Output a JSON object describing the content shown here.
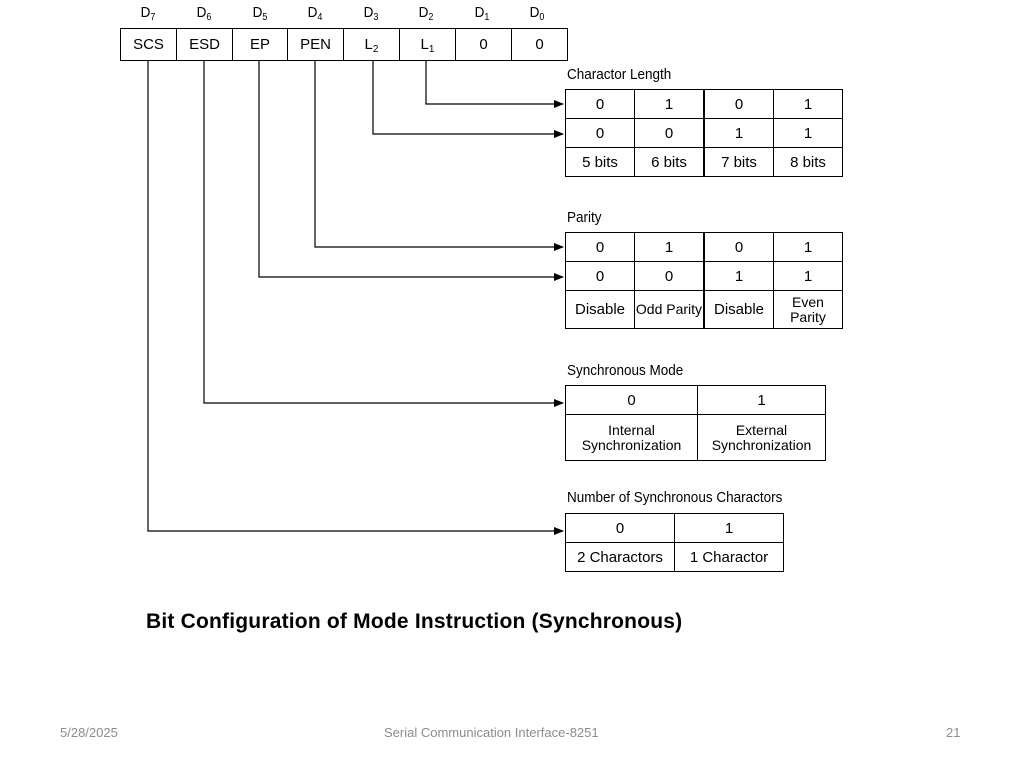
{
  "register": {
    "bit_labels": [
      "D7",
      "D6",
      "D5",
      "D4",
      "D3",
      "D2",
      "D1",
      "D0"
    ],
    "bit_values": [
      "SCS",
      "ESD",
      "EP",
      "PEN",
      "L2",
      "L1",
      "0",
      "0"
    ]
  },
  "char_length": {
    "title": "Charactor Length",
    "row1": [
      "0",
      "1",
      "0",
      "1"
    ],
    "row2": [
      "0",
      "0",
      "1",
      "1"
    ],
    "row3": [
      "5 bits",
      "6 bits",
      "7 bits",
      "8 bits"
    ]
  },
  "parity": {
    "title": "Parity",
    "row1": [
      "0",
      "1",
      "0",
      "1"
    ],
    "row2": [
      "0",
      "0",
      "1",
      "1"
    ],
    "row3": [
      "Disable",
      "Odd Parity",
      "Disable",
      "Even Parity"
    ]
  },
  "sync_mode": {
    "title": "Synchronous Mode",
    "row1": [
      "0",
      "1"
    ],
    "row2": [
      "Internal Synchronization",
      "External Synchronization"
    ]
  },
  "sync_chars": {
    "title": "Number of Synchronous Charactors",
    "row1": [
      "0",
      "1"
    ],
    "row2": [
      "2 Charactors",
      "1 Charactor"
    ]
  },
  "caption": "Bit Configuration of Mode Instruction (Synchronous)",
  "footer": {
    "date": "5/28/2025",
    "title": "Serial Communication Interface-8251",
    "page": "21"
  }
}
